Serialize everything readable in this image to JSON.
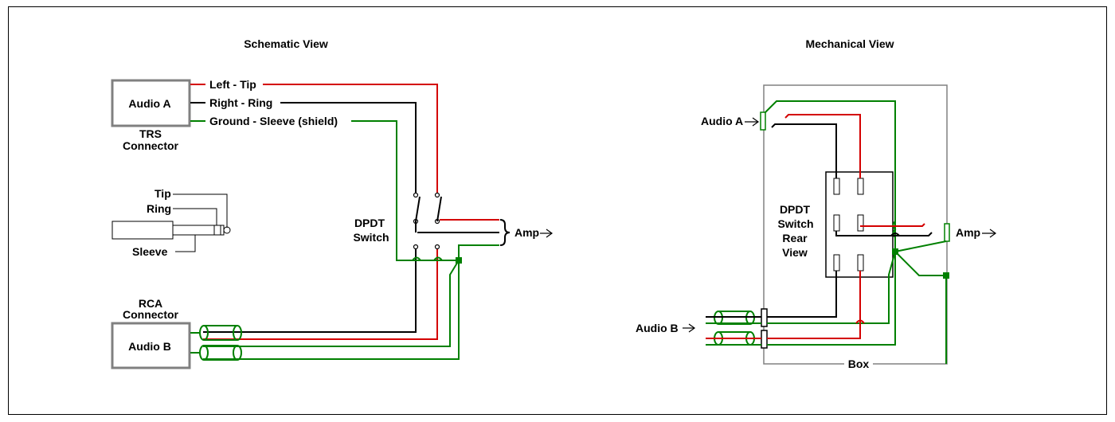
{
  "schematic": {
    "title": "Schematic View",
    "audio_a": "Audio A",
    "trs_line1": "TRS",
    "trs_line2": "Connector",
    "left_tip": "Left - Tip",
    "right_ring": "Right - Ring",
    "ground_sleeve": "Ground - Sleeve (shield)",
    "plug_tip": "Tip",
    "plug_ring": "Ring",
    "plug_sleeve": "Sleeve",
    "dpdt_line1": "DPDT",
    "dpdt_line2": "Switch",
    "amp": "Amp",
    "rca_line1": "RCA",
    "rca_line2": "Connector",
    "audio_b": "Audio B"
  },
  "mechanical": {
    "title": "Mechanical View",
    "audio_a": "Audio A",
    "switch_line1": "DPDT",
    "switch_line2": "Switch",
    "switch_line3": "Rear",
    "switch_line4": "View",
    "amp": "Amp",
    "audio_b": "Audio B",
    "box": "Box"
  },
  "colors": {
    "left_wire": "#d40000",
    "right_wire": "#000000",
    "ground_wire": "#008000",
    "outline": "#808080"
  }
}
